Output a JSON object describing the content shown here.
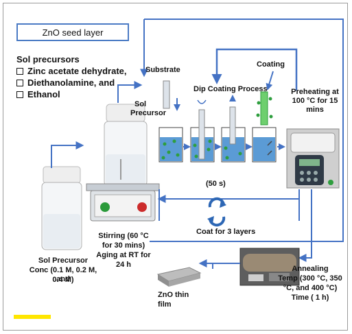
{
  "title": "ZnO seed layer",
  "precursors": {
    "heading": "Sol precursors",
    "items": [
      "Zinc acetate dehydrate,",
      "Diethanolamine, and",
      "Ethanol"
    ]
  },
  "labels": {
    "substrate": "Substrate",
    "sol_precursor_line1": "Sol",
    "sol_precursor_line2": "Precursor",
    "dip_coating": "Dip Coating Process",
    "coating": "Coating",
    "preheating_line1": "Preheating at",
    "preheating_line2": "100 °C for 15",
    "preheating_line3": "mins",
    "fifty_s": "(50 s)",
    "coat_layers": "Coat for 3 layers",
    "sol_bottom_line1": "Sol Precursor",
    "sol_bottom_line2": "Conc (0.1 M, 0.2 M, and",
    "sol_bottom_line3": "0.4 M)",
    "stirring_line1": "Stirring (60 °C",
    "stirring_line2": "for 30 mins)",
    "stirring_line3": "Aging at RT for",
    "stirring_line4": "24 h",
    "zno_film_line1": "ZnO thin",
    "zno_film_line2": "film",
    "annealing_line1": "Annealing",
    "annealing_line2": "Temp (300 °C, 350",
    "annealing_line3": "°C, and 400 °C)",
    "annealing_line4": "Time ( 1 h)"
  },
  "colors": {
    "arrow": "#4472c4",
    "frame": "#9a9a9a",
    "liquid": "#5b9bd5",
    "particles": "#2e9e3e",
    "highlight": "#ffe600"
  }
}
